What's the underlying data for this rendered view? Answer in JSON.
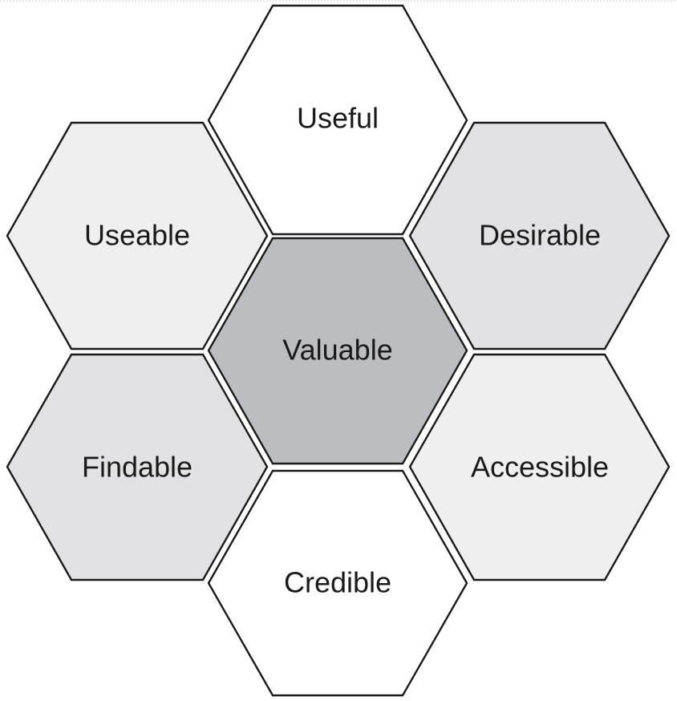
{
  "diagram": {
    "hexagons": [
      {
        "id": "useful",
        "label": "Useful",
        "fill": "#ffffff"
      },
      {
        "id": "useable",
        "label": "Useable",
        "fill": "#efeff0"
      },
      {
        "id": "desirable",
        "label": "Desirable",
        "fill": "#e2e2e4"
      },
      {
        "id": "valuable",
        "label": "Valuable",
        "fill": "#bcbdc0"
      },
      {
        "id": "findable",
        "label": "Findable",
        "fill": "#e2e2e4"
      },
      {
        "id": "accessible",
        "label": "Accessible",
        "fill": "#efeff0"
      },
      {
        "id": "credible",
        "label": "Credible",
        "fill": "#ffffff"
      }
    ]
  }
}
